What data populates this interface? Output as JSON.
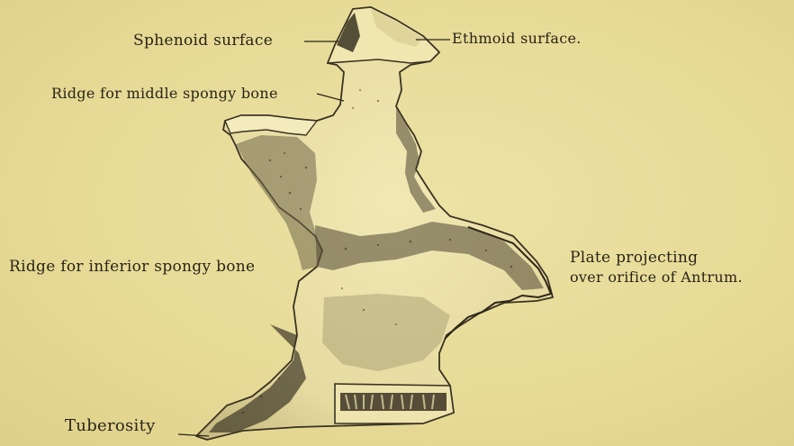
{
  "colors": {
    "paper": "#e8dd9a",
    "ink": "#2a2418",
    "bone_light": "#f1e8b4",
    "bone_shade": "#9a8f62"
  },
  "labels": {
    "sphenoid_surface": "Sphenoid surface",
    "ethmoid_surface": "Ethmoid surface.",
    "ridge_middle": "Ridge for middle spongy bone",
    "ridge_inferior": "Ridge for inferior spongy bone",
    "plate_line1": "Plate projecting",
    "plate_line2": "over orifice of Antrum.",
    "tuberosity": "Tuberosity"
  }
}
